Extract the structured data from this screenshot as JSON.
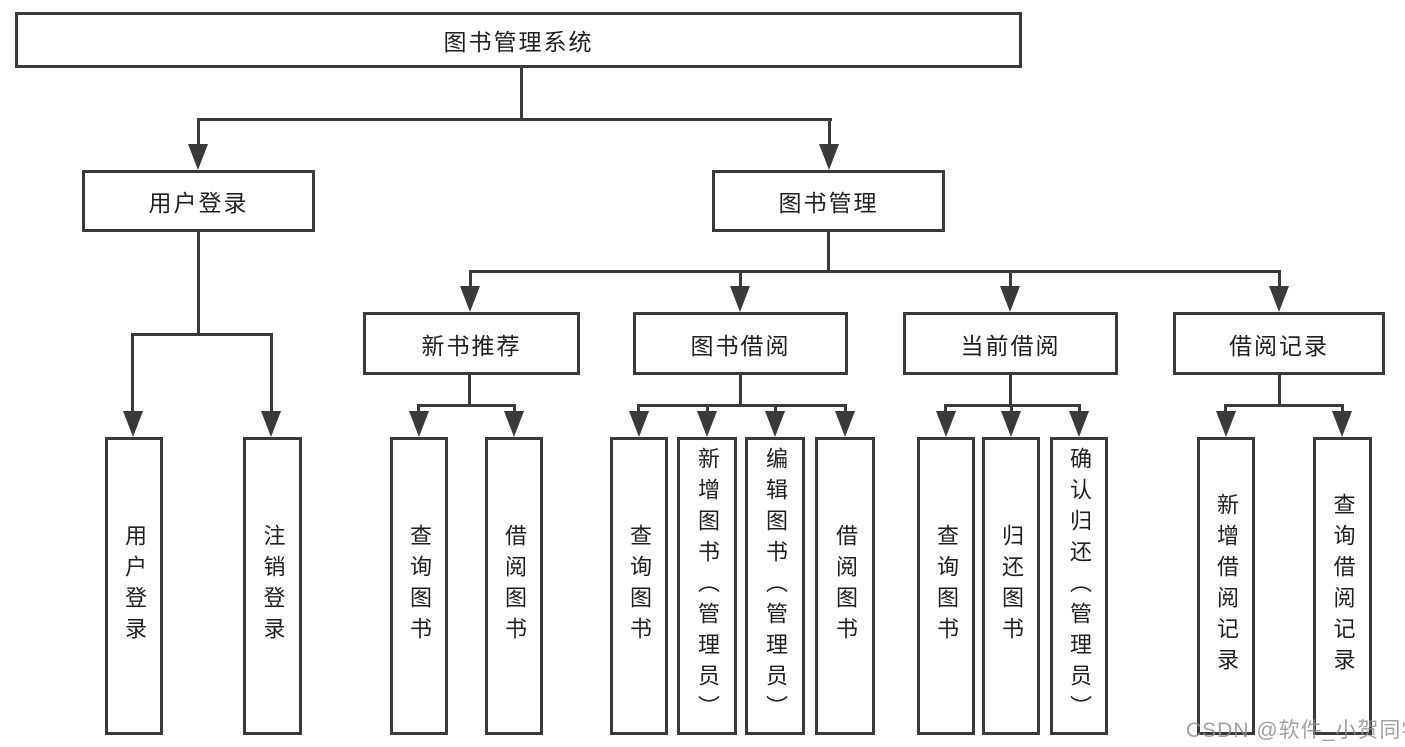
{
  "diagram": {
    "root": {
      "label": "图书管理系统"
    },
    "branches": [
      {
        "label": "用户登录",
        "children": [
          {
            "label": "用户登录"
          },
          {
            "label": "注销登录"
          }
        ]
      },
      {
        "label": "图书管理",
        "children": [
          {
            "label": "新书推荐",
            "children": [
              {
                "label": "查询图书"
              },
              {
                "label": "借阅图书"
              }
            ]
          },
          {
            "label": "图书借阅",
            "children": [
              {
                "label": "查询图书"
              },
              {
                "label": "新增图书（管理员）"
              },
              {
                "label": "编辑图书（管理员）"
              },
              {
                "label": "借阅图书"
              }
            ]
          },
          {
            "label": "当前借阅",
            "children": [
              {
                "label": "查询图书"
              },
              {
                "label": "归还图书"
              },
              {
                "label": "确认归还（管理员）"
              }
            ]
          },
          {
            "label": "借阅记录",
            "children": [
              {
                "label": "新增借阅记录"
              },
              {
                "label": "查询借阅记录"
              }
            ]
          }
        ]
      }
    ]
  },
  "watermark": {
    "text": "CSDN @软件_小贺同学"
  },
  "colors": {
    "line": "#3a3a3a",
    "text": "#1f1f1f",
    "background": "#ffffff",
    "watermark": "#919191"
  }
}
